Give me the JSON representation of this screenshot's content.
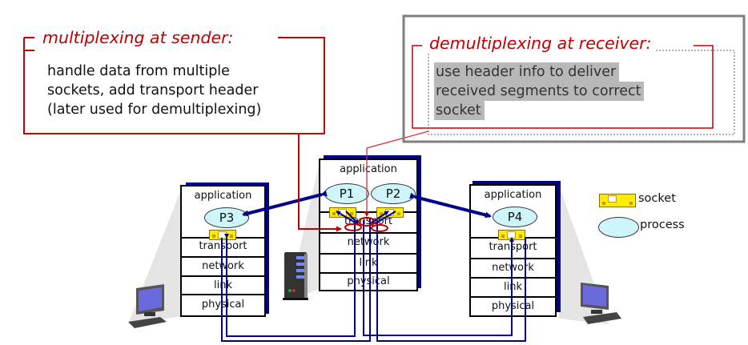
{
  "callouts": {
    "mux": {
      "title": "multiplexing at sender:",
      "body": "handle data from multiple\nsockets, add transport header\n(later used for demultiplexing)",
      "color": "#c00000"
    },
    "demux": {
      "title": "demultiplexing at receiver:",
      "lines": [
        "use header info to deliver",
        "received segments to correct",
        "socket"
      ],
      "color": "#c00000",
      "highlight": "#b8b8b8"
    }
  },
  "stacks": {
    "left": {
      "application": "application",
      "process": "P3",
      "layers": [
        "transport",
        "network",
        "link",
        "physical"
      ]
    },
    "middle": {
      "application": "application",
      "processes": [
        "P1",
        "P2"
      ],
      "layers": [
        "transport",
        "network",
        "link",
        "physical"
      ]
    },
    "right": {
      "application": "application",
      "process": "P4",
      "layers": [
        "transport",
        "network",
        "link",
        "physical"
      ]
    }
  },
  "legend": {
    "socket_label": "socket",
    "process_label": "process"
  },
  "colors": {
    "link_blue": "#00008b",
    "process_fill": "#cef6fa",
    "socket_fill": "#ffec00",
    "accent_red": "#c00000"
  }
}
